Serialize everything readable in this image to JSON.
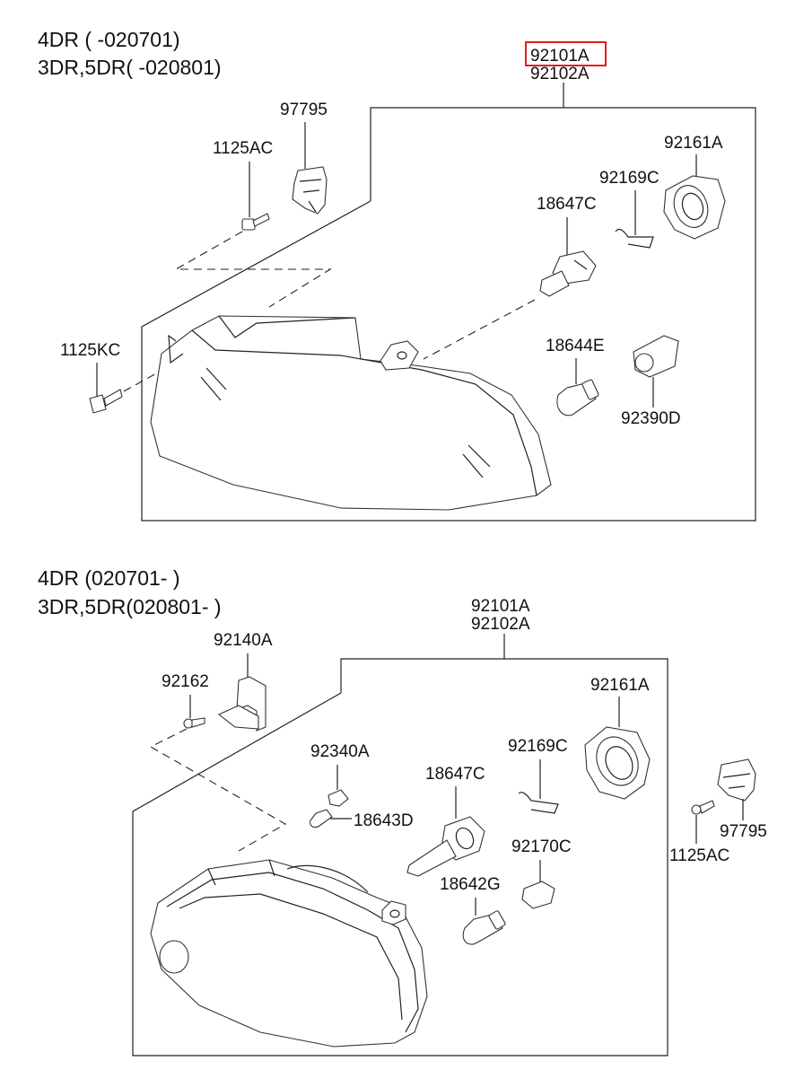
{
  "top": {
    "header_line1": "4DR ( -020701)",
    "header_line2": "3DR,5DR( -020801)",
    "assembly_label_1": "92101A",
    "assembly_label_2": "92102A",
    "parts": {
      "p97795": "97795",
      "p1125AC": "1125AC",
      "p1125KC": "1125KC",
      "p92161A": "92161A",
      "p92169C": "92169C",
      "p18647C": "18647C",
      "p18644E": "18644E",
      "p92390D": "92390D"
    }
  },
  "bottom": {
    "header_line1": "4DR (020701- )",
    "header_line2": "3DR,5DR(020801- )",
    "assembly_label_1": "92101A",
    "assembly_label_2": "92102A",
    "parts": {
      "p92140A": "92140A",
      "p92162": "92162",
      "p92161A": "92161A",
      "p92340A": "92340A",
      "p92169C": "92169C",
      "p18647C": "18647C",
      "p18643D": "18643D",
      "p92170C": "92170C",
      "p18642G": "18642G",
      "p97795": "97795",
      "p1125AC": "1125AC"
    }
  },
  "highlight_color": "#e02020"
}
